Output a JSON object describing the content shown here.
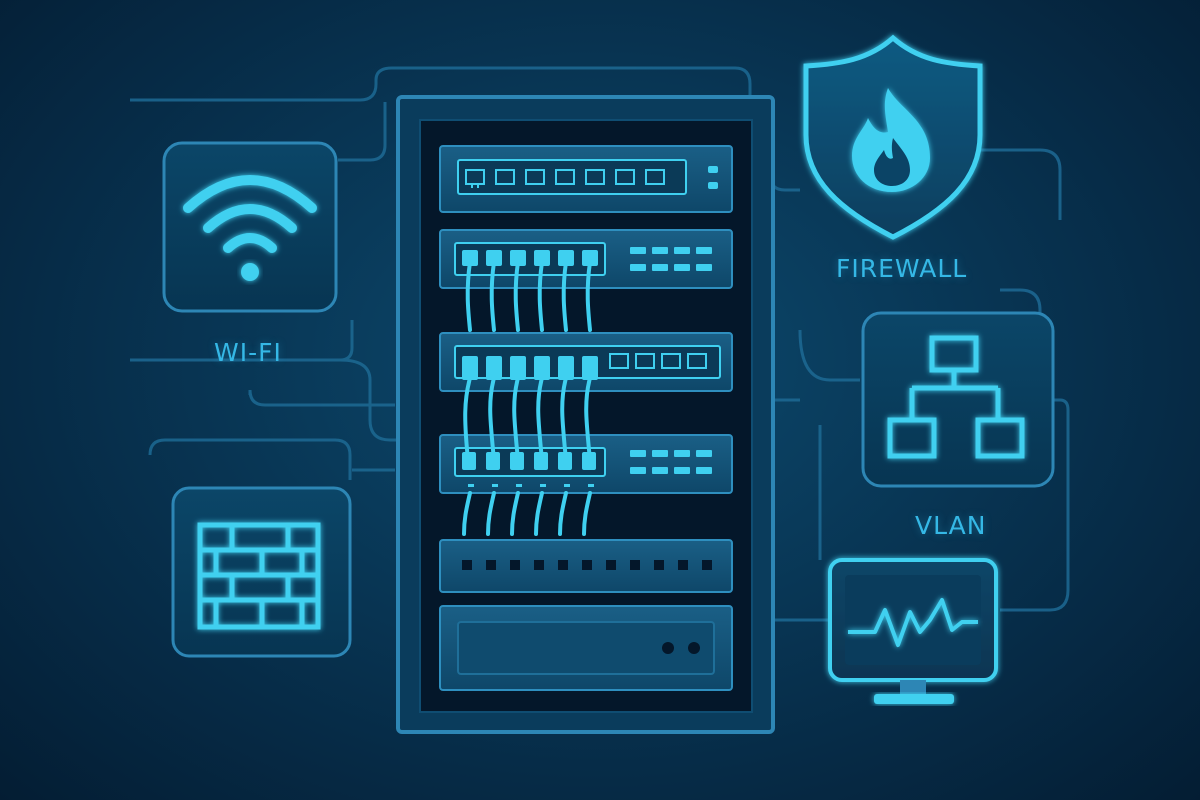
{
  "labels": {
    "wifi": "WI-FI",
    "firewall": "FIREWALL",
    "vlan": "VLAN"
  },
  "icons": [
    "wifi-icon",
    "brick-wall-icon",
    "flame-shield-icon",
    "network-hierarchy-icon",
    "heartbeat-monitor-icon"
  ],
  "colors": {
    "accent": "#3fd0f0",
    "label": "#35b8e6",
    "line": "#1d6a94",
    "background": "#062a45"
  }
}
